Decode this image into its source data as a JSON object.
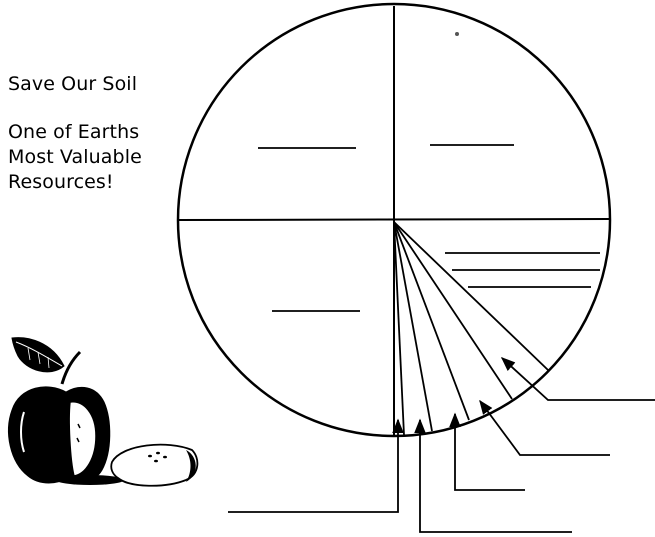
{
  "title": "Save Our Soil",
  "subtitle_lines": [
    "One of Earths",
    "Most Valuable",
    "Resources!"
  ],
  "icons": {
    "apple": "apple-with-leaf-icon",
    "apple_slice": "apple-slice-icon"
  },
  "colors": {
    "ink": "#000000",
    "paper": "#ffffff"
  }
}
